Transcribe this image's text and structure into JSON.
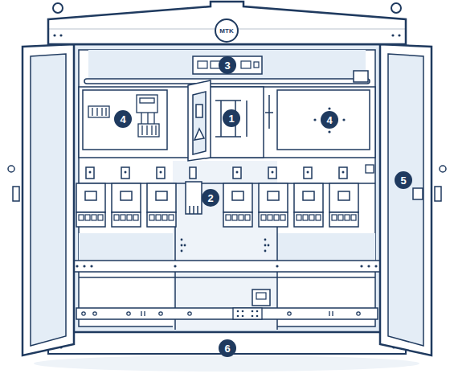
{
  "diagram": {
    "labels": [
      "MTK",
      "3",
      "4",
      "1",
      "4",
      "2",
      "5",
      "6"
    ]
  }
}
